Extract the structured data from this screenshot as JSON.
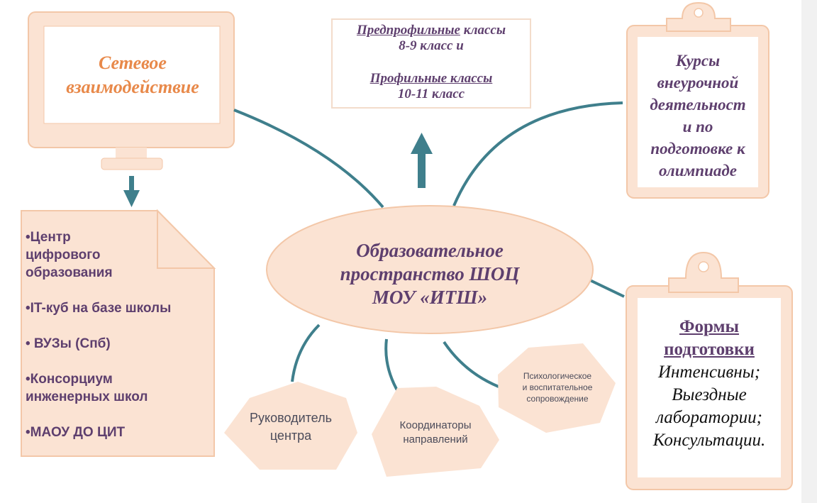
{
  "network": {
    "line1": "Сетевое",
    "line2": "взаимодействие"
  },
  "classes": {
    "line1_underlined": "Предпрофильные",
    "line1_rest": " классы",
    "line2": "8-9 класс и",
    "line3_underlined": "Профильные классы",
    "line4": "10-11 класс"
  },
  "courses": {
    "lines": [
      "Курсы",
      "внеурочной",
      "деятельност",
      "и по",
      "подготовке к",
      "олимпиаде"
    ]
  },
  "partners": {
    "items": [
      [
        "•Центр",
        "цифрового",
        "образования"
      ],
      [
        "•IT-куб на базе школы"
      ],
      [
        "• ВУЗы  (Спб)"
      ],
      [
        "•Консорциум",
        "инженерных  школ"
      ],
      [
        "•МАОУ ДО  ЦИТ"
      ]
    ]
  },
  "center": {
    "line1": "Образовательное",
    "line2": "пространство ШОЦ",
    "line3": "МОУ «ИТШ»"
  },
  "forms": {
    "title1": "Формы",
    "title2": "подготовки",
    "lines": [
      "Интенсивны;",
      "Выездные",
      "лаборатории;",
      "Консультации."
    ]
  },
  "roles": {
    "head": {
      "line1": "Руководитель",
      "line2": "центра"
    },
    "coordinators": {
      "line1": "Координаторы",
      "line2": "направлений"
    },
    "support": {
      "line1": "Психологическое",
      "line2": "и воспитательное",
      "line3": "сопровождение"
    }
  },
  "colors": {
    "shape_fill": "#fbe3d3",
    "shape_border": "#f3c7a8",
    "connector": "#3f7f8c",
    "text_purple": "#5e3f6e",
    "text_orange": "#e8894a"
  }
}
